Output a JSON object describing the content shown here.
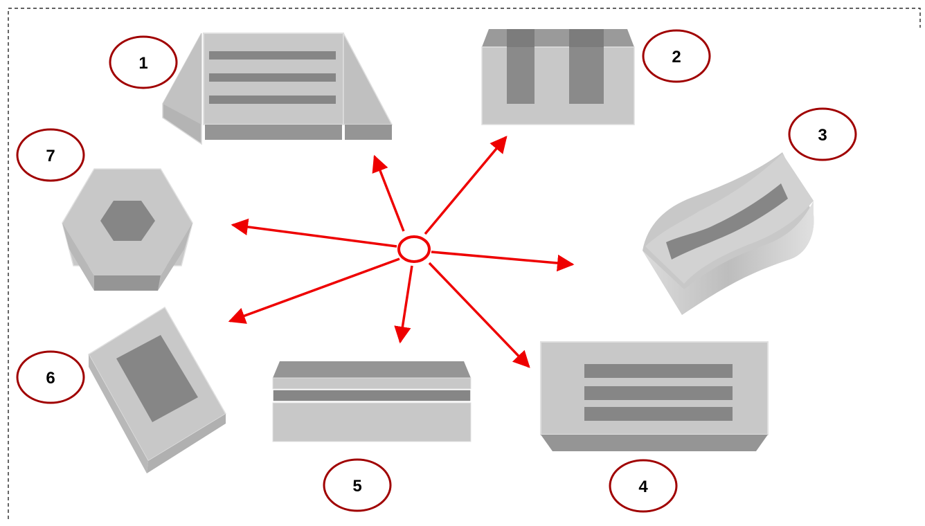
{
  "labels": {
    "shape_1": "1",
    "shape_2": "2",
    "shape_3": "3",
    "shape_4": "4",
    "shape_5": "5",
    "shape_6": "6",
    "shape_7": "7"
  },
  "colors": {
    "frame": "#000000",
    "badge_stroke": "#a00000",
    "arrow": "#ee0000",
    "face_light": "#c8c8c8",
    "face_mid": "#b4b4b4",
    "face_dark": "#959595",
    "strip": "#868686"
  }
}
